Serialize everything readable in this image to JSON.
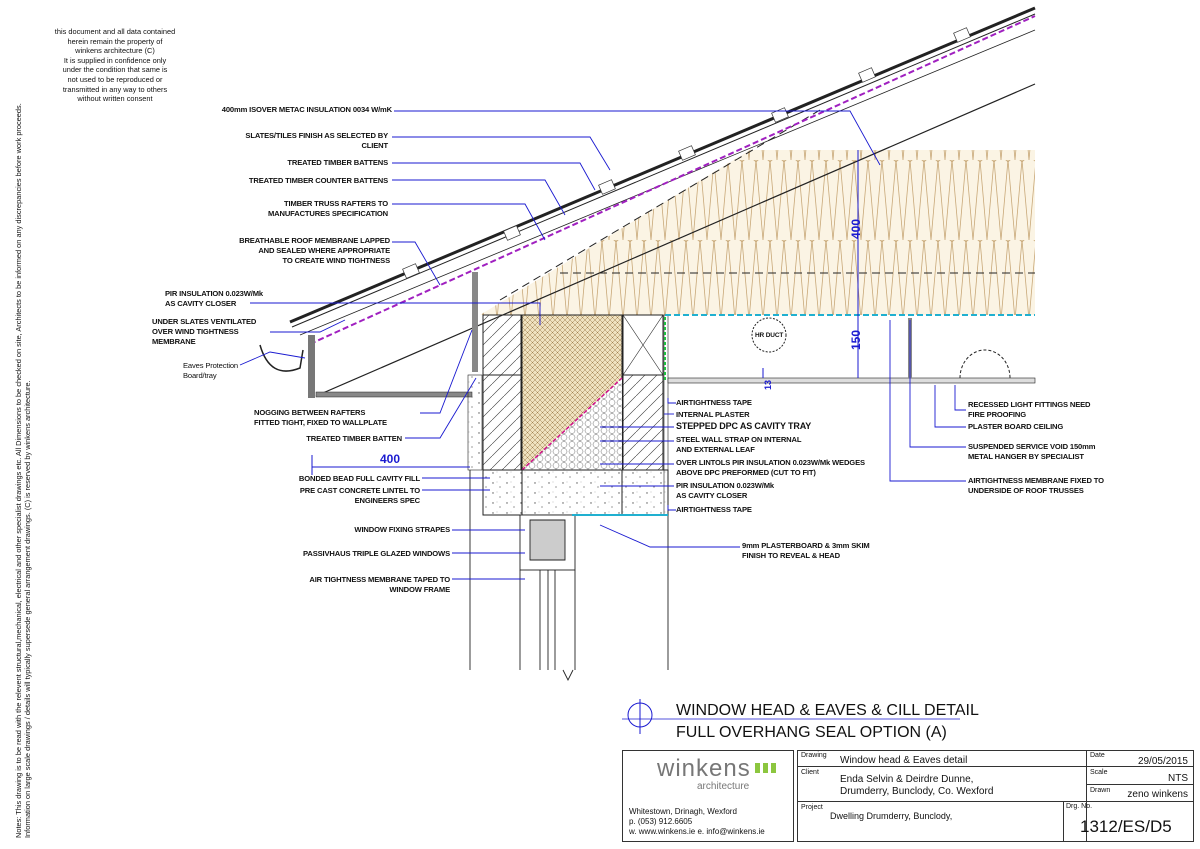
{
  "notes": {
    "side_note": "Notes: This drawing is to be read with the relevent structural,mechanical, electrical and other specialist drawings etc. All Dimensions to be checked on site, Architects to be informed on any discrepancies before work proceeds.\nInformation on large scale drawings / details will typically supersede general arrangement drawings.                                                                          (C) is reserved by winkens architecture.",
    "copyright": "this document and all data contained\nherein remain the property of\nwinkens architecture (C)\nIt is supplied in confidence only\nunder the condition that same is\nnot used to be reproduced or\ntransmitted in any way to others\nwithout written consent"
  },
  "labels": [
    "400mm ISOVER METAC INSULATION 0034 W/mK",
    "SLATES/TILES FINISH AS SELECTED BY\nCLIENT",
    "TREATED TIMBER BATTENS",
    "TREATED TIMBER COUNTER BATTENS",
    "TIMBER TRUSS RAFTERS TO\nMANUFACTURES  SPECIFICATION",
    "BREATHABLE ROOF MEMBRANE LAPPED\nAND SEALED WHERE APPROPRIATE\nTO CREATE  WIND TIGHTNESS",
    "PIR INSULATION 0.023W/Mk\nAS CAVITY CLOSER",
    "UNDER SLATES VENTILATED\nOVER WIND TIGHTNESS\nMEMBRANE",
    "Eaves Protection\nBoard/tray",
    "NOGGING BETWEEN RAFTERS\nFITTED TIGHT, FIXED TO WALLPLATE",
    "TREATED TIMBER BATTEN",
    "BONDED BEAD FULL CAVITY FILL",
    "PRE CAST CONCRETE LINTEL TO\nENGINEERS SPEC",
    "WINDOW FIXING STRAPES",
    "PASSIVHAUS TRIPLE GLAZED WINDOWS",
    "AIR TIGHTNESS MEMBRANE TAPED TO\nWINDOW FRAME",
    "AIRTIGHTNESS TAPE",
    "INTERNAL PLASTER",
    "STEPPED DPC AS CAVITY TRAY",
    "STEEL WALL STRAP ON INTERNAL\nAND EXTERNAL LEAF",
    "OVER LINTOLS PIR INSULATION 0.023W/Mk WEDGES\nABOVE DPC PREFORMED (CUT TO FIT)",
    "PIR INSULATION 0.023W/Mk\nAS CAVITY CLOSER",
    "AIRTIGHTNESS TAPE",
    "9mm PLASTERBOARD & 3mm SKIM\nFINISH TO REVEAL & HEAD",
    "RECESSED LIGHT FITTINGS NEED\nFIRE PROOFING",
    "PLASTER BOARD CEILING",
    "SUSPENDED SERVICE VOID 150mm\nMETAL HANGER BY SPECIALIST",
    "AIRTIGHTNESS MEMBRANE FIXED TO\nUNDERSIDE OF ROOF TRUSSES"
  ],
  "dimensions": {
    "eaves_width": "400",
    "insulation_depth": "400",
    "service_void": "150",
    "plaster": "13",
    "duct": "HR DUCT"
  },
  "title": {
    "line1": "WINDOW HEAD & EAVES & CILL DETAIL",
    "line2": "FULL OVERHANG SEAL OPTION (A)"
  },
  "titleblock": {
    "logo_name": "winkens",
    "logo_sub": "architecture",
    "address": "Whitestown, Drinagh, Wexford",
    "phone": "p. (053) 912.6605",
    "web": "w. www.winkens.ie   e. info@winkens.ie",
    "drawing_label": "Drawing",
    "drawing": "Window head  & Eaves detail",
    "client_label": "Client",
    "client": "Enda Selvin & Deirdre Dunne,\nDrumderry,  Bunclody, Co. Wexford",
    "project_label": "Project",
    "project": "Dwelling Drumderry, Bunclody,",
    "date_label": "Date",
    "date": "29/05/2015",
    "scale_label": "Scale",
    "scale": "NTS",
    "drawn_label": "Drawn",
    "drawn": "zeno winkens",
    "drg_label": "Drg. No.",
    "drg": "1312/ES/D5"
  },
  "colors": {
    "leader": "#1a1ad0",
    "insulation": "#c8a060",
    "membrane": "#a020c0",
    "logo_green": "#8cc63f"
  }
}
